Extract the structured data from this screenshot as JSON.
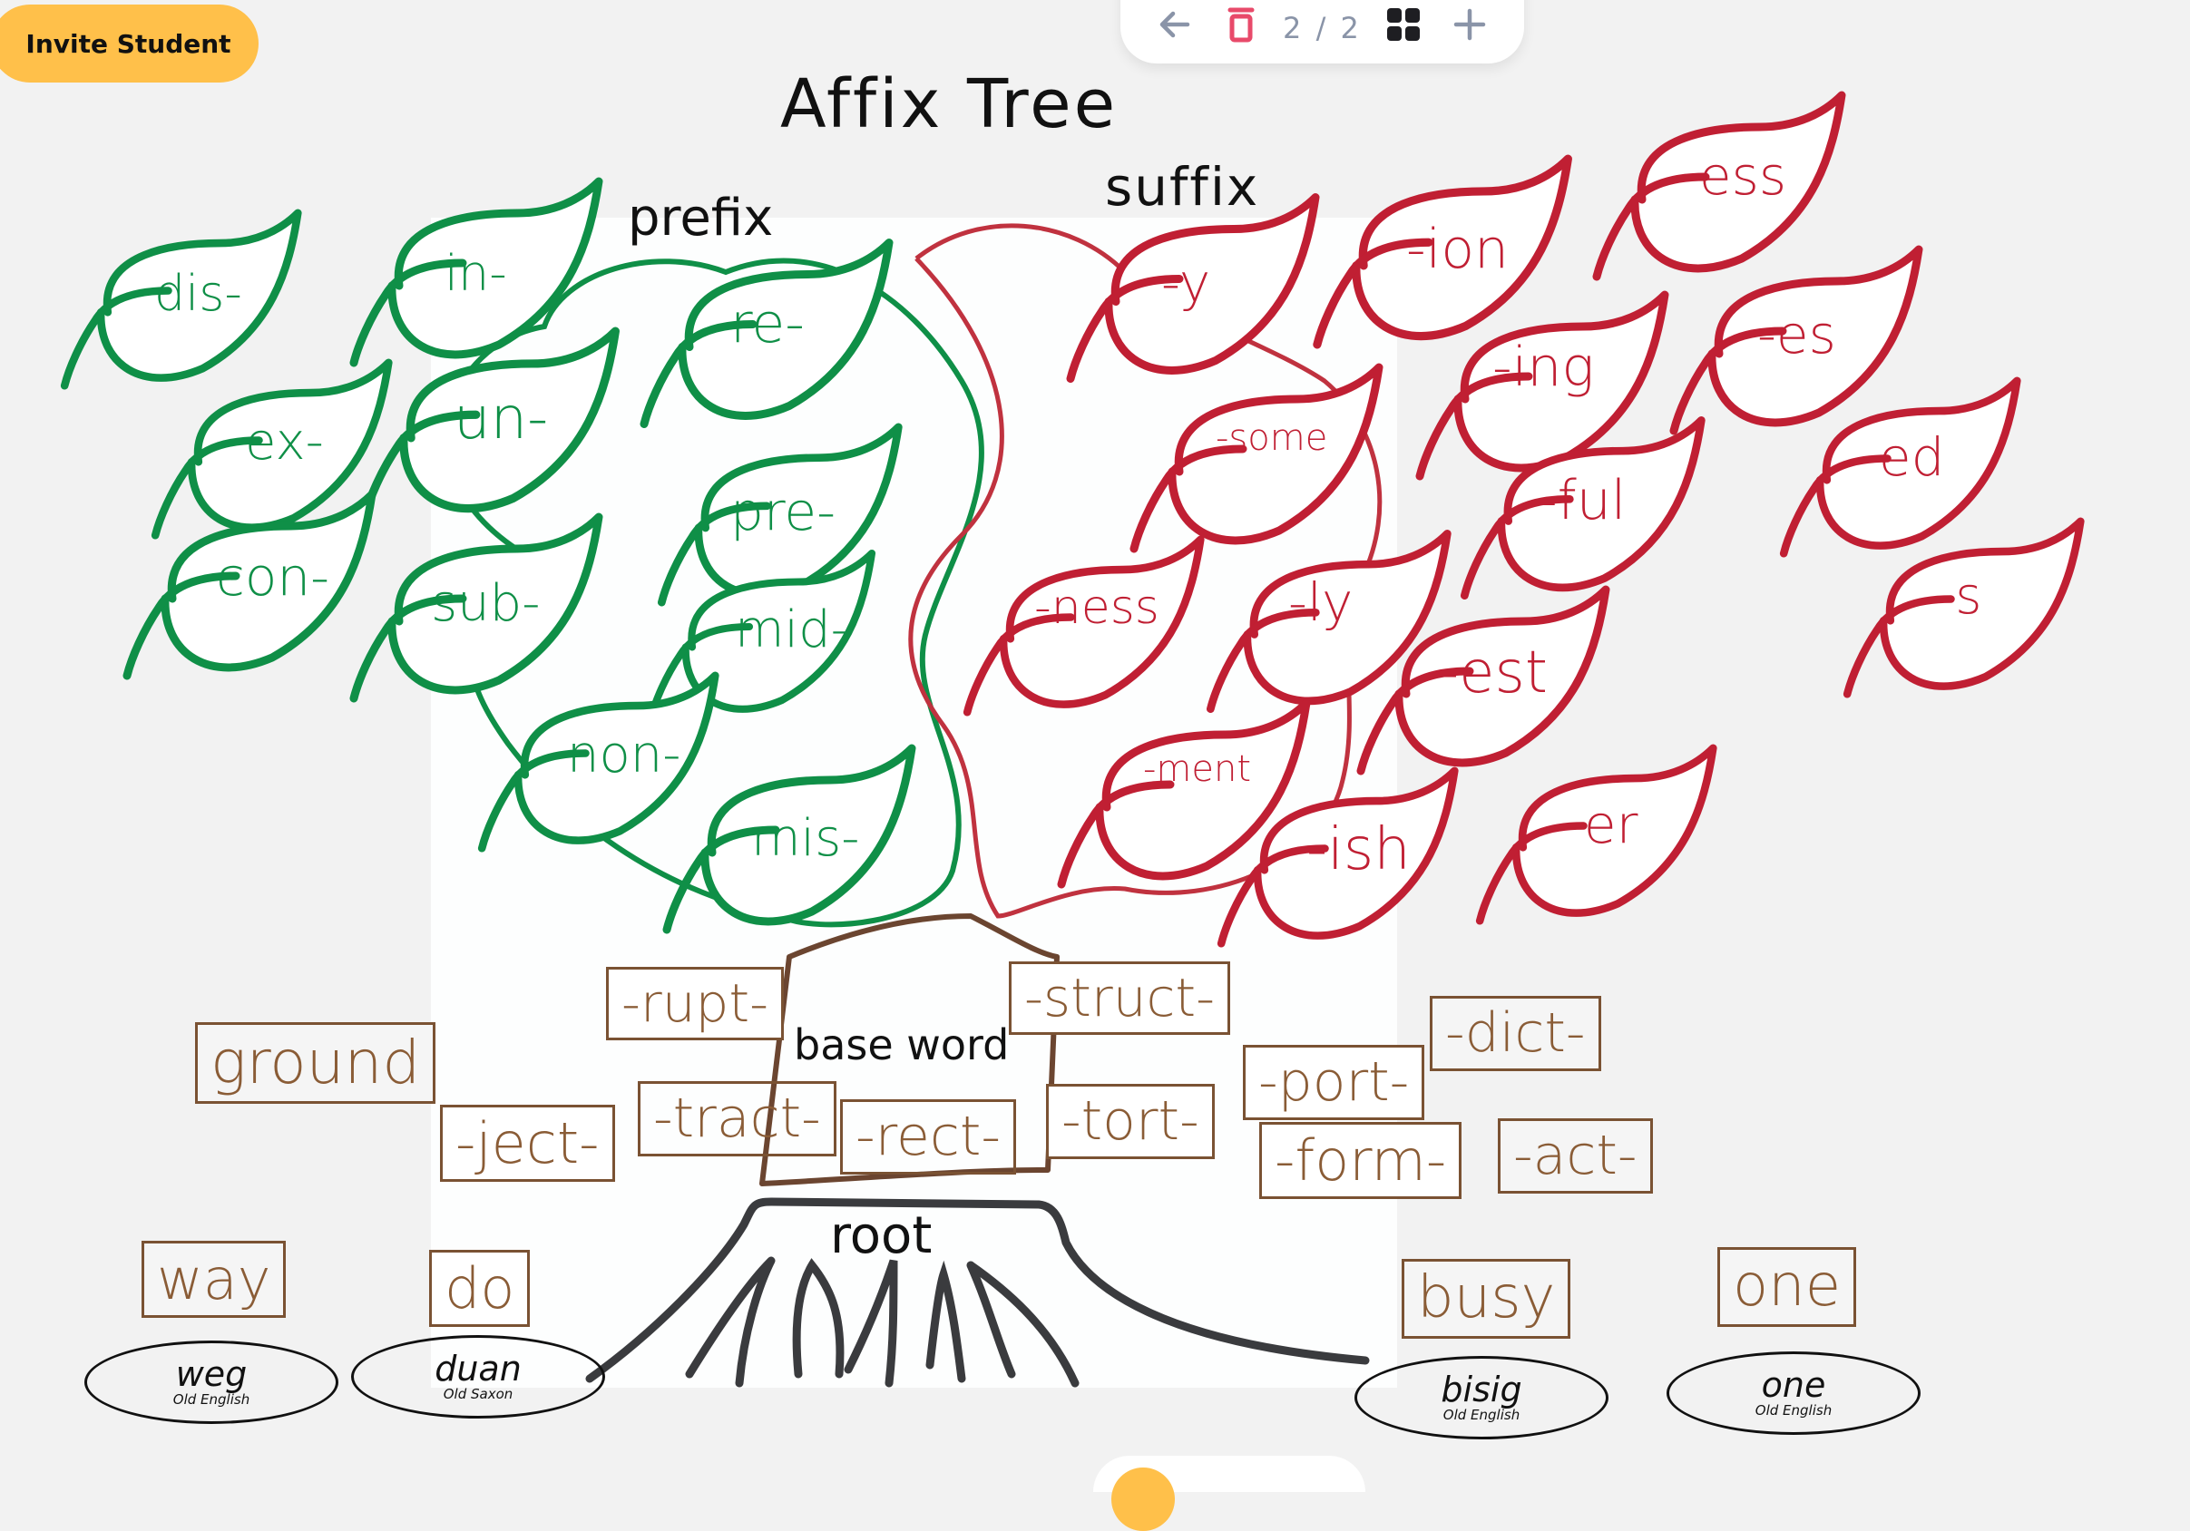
{
  "header": {
    "invite_button": "Invite Student"
  },
  "toolbar": {
    "back_icon": "arrow-left-icon",
    "delete_icon": "trash-icon",
    "page_indicator": "2 / 2",
    "grid_icon": "grid-view-icon",
    "add_icon": "plus-icon"
  },
  "board": {
    "title": "Affix Tree",
    "prefix_label": "prefix",
    "suffix_label": "suffix",
    "base_word_label": "base word",
    "root_label": "root",
    "colors": {
      "prefix": "#0f8f47",
      "suffix": "#c01f33",
      "trunk": "#6b4530",
      "root": "#3a3b3e",
      "tile_text": "#8a5c36",
      "accent": "#ffc04a"
    },
    "prefix_leaves": [
      {
        "text": "dis-"
      },
      {
        "text": "in-"
      },
      {
        "text": "ex-"
      },
      {
        "text": "un-"
      },
      {
        "text": "re-"
      },
      {
        "text": "con-"
      },
      {
        "text": "sub-"
      },
      {
        "text": "pre-"
      },
      {
        "text": "mid-"
      },
      {
        "text": "non-"
      },
      {
        "text": "mis-"
      }
    ],
    "suffix_leaves": [
      {
        "text": "-y"
      },
      {
        "text": "-ion"
      },
      {
        "text": "-ess"
      },
      {
        "text": "-ing"
      },
      {
        "text": "-es"
      },
      {
        "text": "-some"
      },
      {
        "text": "-ful"
      },
      {
        "text": "-ed"
      },
      {
        "text": "-ness"
      },
      {
        "text": "-ly"
      },
      {
        "text": "-s"
      },
      {
        "text": "-est"
      },
      {
        "text": "-ment"
      },
      {
        "text": "-ish"
      },
      {
        "text": "-er"
      }
    ],
    "root_tiles": [
      {
        "text": "ground"
      },
      {
        "text": "-rupt-"
      },
      {
        "text": "-struct-"
      },
      {
        "text": "-ject-"
      },
      {
        "text": "-tract-"
      },
      {
        "text": "-rect-"
      },
      {
        "text": "-tort-"
      },
      {
        "text": "-port-"
      },
      {
        "text": "-dict-"
      },
      {
        "text": "-form-"
      },
      {
        "text": "-act-"
      }
    ],
    "etymology": [
      {
        "modern": "way",
        "origin": "weg",
        "language": "Old English"
      },
      {
        "modern": "do",
        "origin": "duan",
        "language": "Old Saxon"
      },
      {
        "modern": "busy",
        "origin": "bisig",
        "language": "Old English"
      },
      {
        "modern": "one",
        "origin": "one",
        "language": "Old English"
      }
    ]
  }
}
